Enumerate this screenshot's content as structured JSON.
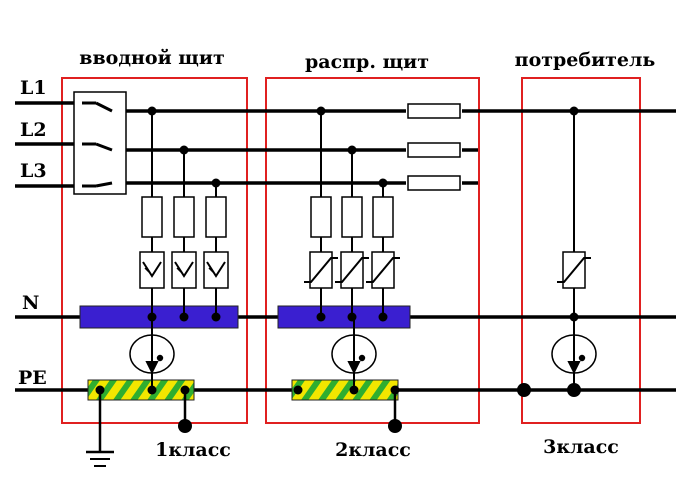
{
  "sections": {
    "input_panel": "вводной щит",
    "dist_panel": "распр. щит",
    "consumer": "потребитель"
  },
  "lines": {
    "l1": "L1",
    "l2": "L2",
    "l3": "L3",
    "n": "N",
    "pe": "PE"
  },
  "classes": {
    "c1": "1класс",
    "c2": "2класс",
    "c3": "3класс"
  },
  "colors": {
    "frame": "#e02020",
    "neutral_bus": "#3a1fd0",
    "pe_bus_yellow": "#f2e600",
    "pe_bus_green": "#2fae2f",
    "wire": "#000000"
  }
}
